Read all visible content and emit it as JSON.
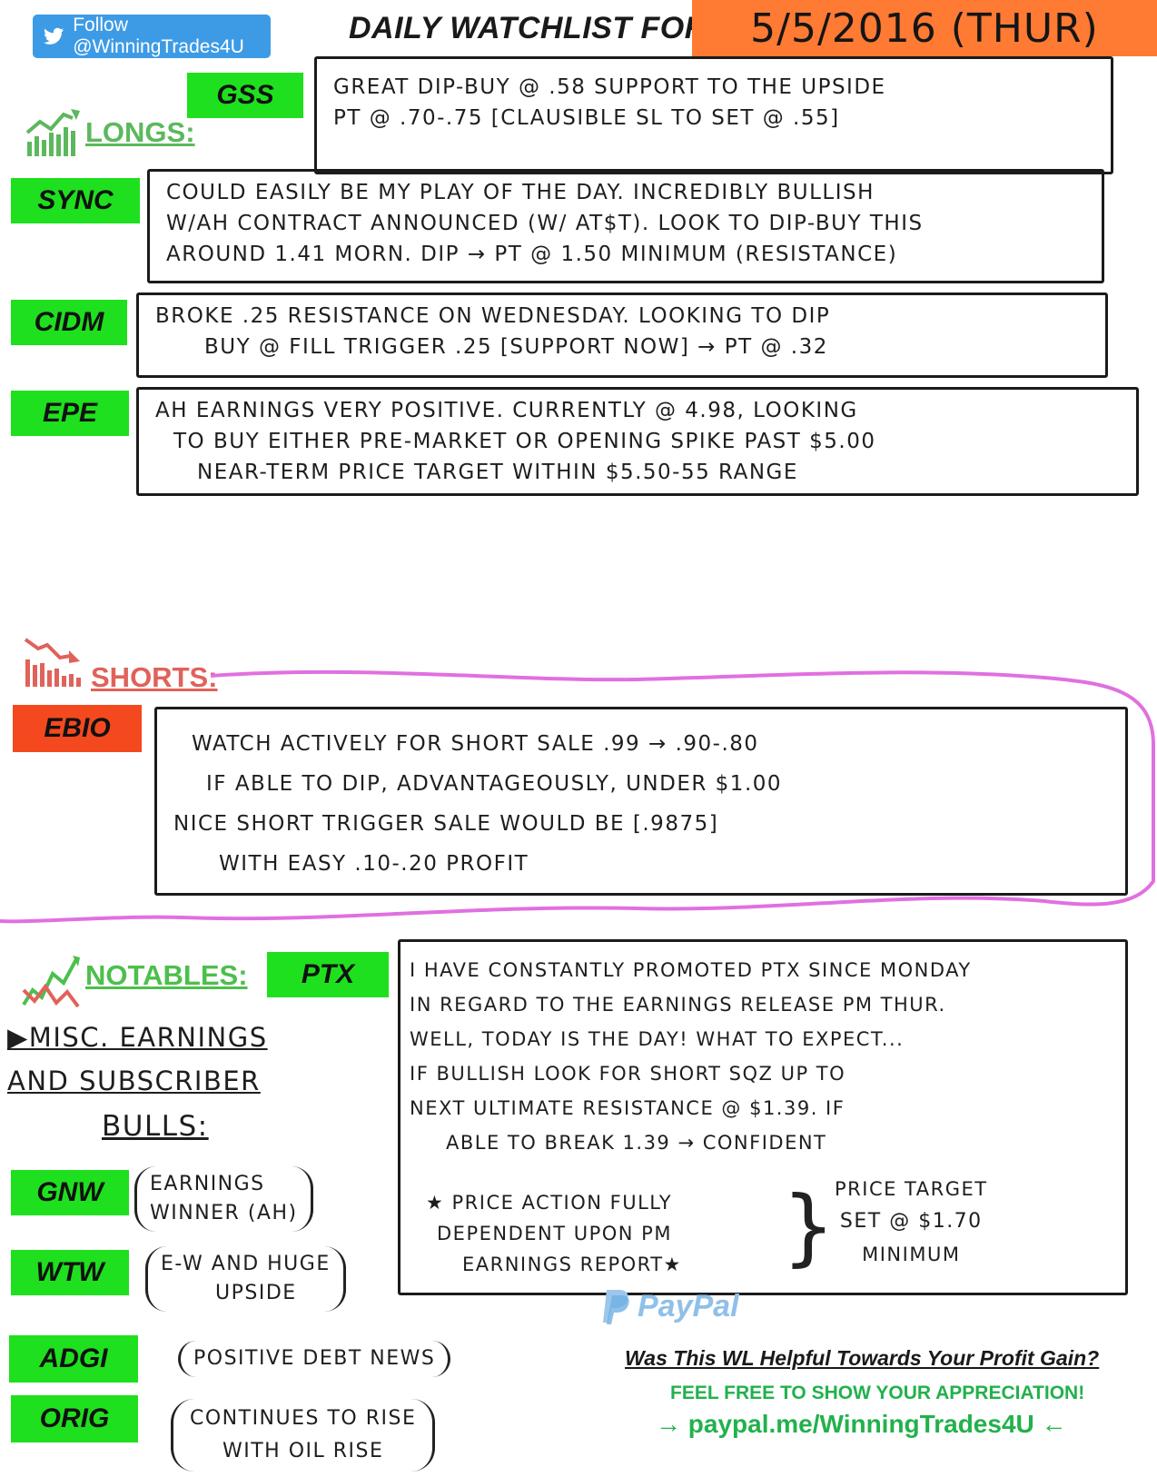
{
  "follow_button": {
    "label": "Follow @WinningTrades4U"
  },
  "header": {
    "title_prefix": "DAILY WATCHLIST FOR",
    "date": "5/5/2016 (THUR)"
  },
  "colors": {
    "long_tag": "#1ee01e",
    "short_tag": "#f4491e",
    "longs_label": "#5cb85c",
    "shorts_label": "#e0625a",
    "notables_label": "#4cbf4c",
    "divider_pink": "#e070e0",
    "follow_blue": "#3d9be6",
    "date_orange": "#ff7a33",
    "paypal_green": "#22b14c"
  },
  "sections": {
    "longs": "LONGS:",
    "shorts": "SHORTS:",
    "notables": "NOTABLES:"
  },
  "longs": [
    {
      "ticker": "GSS",
      "lines": [
        "GREAT DIP-BUY @ .58 SUPPORT TO THE UPSIDE",
        "PT @ .70-.75 [CLAUSIBLE SL TO SET @ .55]"
      ]
    },
    {
      "ticker": "SYNC",
      "lines": [
        "COULD EASILY BE MY PLAY OF THE DAY. INCREDIBLY BULLISH",
        "W/AH CONTRACT ANNOUNCED (W/ AT$T). LOOK TO DIP-BUY THIS",
        "AROUND 1.41 MORN. DIP → PT @ 1.50 MINIMUM (RESISTANCE)"
      ]
    },
    {
      "ticker": "CIDM",
      "lines": [
        "BROKE .25 RESISTANCE ON WEDNESDAY. LOOKING TO DIP",
        "BUY @ FILL TRIGGER .25 [SUPPORT NOW] → PT @ .32"
      ]
    },
    {
      "ticker": "EPE",
      "lines": [
        "AH EARNINGS VERY POSITIVE. CURRENTLY @ 4.98, LOOKING",
        "TO BUY EITHER PRE-MARKET OR OPENING SPIKE PAST $5.00",
        "NEAR-TERM PRICE TARGET WITHIN $5.50-55 RANGE"
      ]
    }
  ],
  "shorts": [
    {
      "ticker": "EBIO",
      "lines": [
        "WATCH ACTIVELY FOR SHORT SALE .99 → .90-.80",
        "IF ABLE TO DIP, ADVANTAGEOUSLY, UNDER $1.00",
        "NICE SHORT TRIGGER SALE WOULD BE [.9875]",
        "WITH EASY .10-.20 PROFIT"
      ]
    }
  ],
  "notables": {
    "misc_heading": [
      "▶MISC. EARNINGS",
      "AND SUBSCRIBER",
      "BULLS:"
    ],
    "ptx": {
      "ticker": "PTX",
      "lines": [
        "I HAVE CONSTANTLY PROMOTED PTX SINCE MONDAY",
        "IN REGARD TO THE EARNINGS RELEASE PM THUR.",
        "WELL, TODAY IS THE DAY! WHAT TO EXPECT...",
        "IF BULLISH LOOK FOR SHORT SQZ UP TO",
        "NEXT ULTIMATE RESISTANCE @ $1.39. IF",
        "ABLE TO BREAK 1.39 → CONFIDENT"
      ],
      "note_lines": [
        "★ PRICE ACTION FULLY",
        "DEPENDENT UPON PM",
        "EARNINGS REPORT★"
      ],
      "target_lines": [
        "PRICE TARGET",
        "SET @ $1.70",
        "MINIMUM"
      ]
    },
    "items": [
      {
        "ticker": "GNW",
        "lines": [
          "EARNINGS",
          "WINNER (AH)"
        ]
      },
      {
        "ticker": "WTW",
        "lines": [
          "E-W AND HUGE",
          "UPSIDE"
        ]
      },
      {
        "ticker": "ADGI",
        "lines": [
          "POSITIVE DEBT NEWS"
        ]
      },
      {
        "ticker": "ORIG",
        "lines": [
          "CONTINUES TO RISE",
          "WITH OIL RISE"
        ]
      }
    ]
  },
  "paypal": {
    "logo": "PayPal",
    "question": "Was This WL Helpful Towards Your Profit Gain?",
    "appreciation": "FEEL FREE TO SHOW YOUR APPRECIATION!",
    "link": "→ paypal.me/WinningTrades4U ←"
  }
}
